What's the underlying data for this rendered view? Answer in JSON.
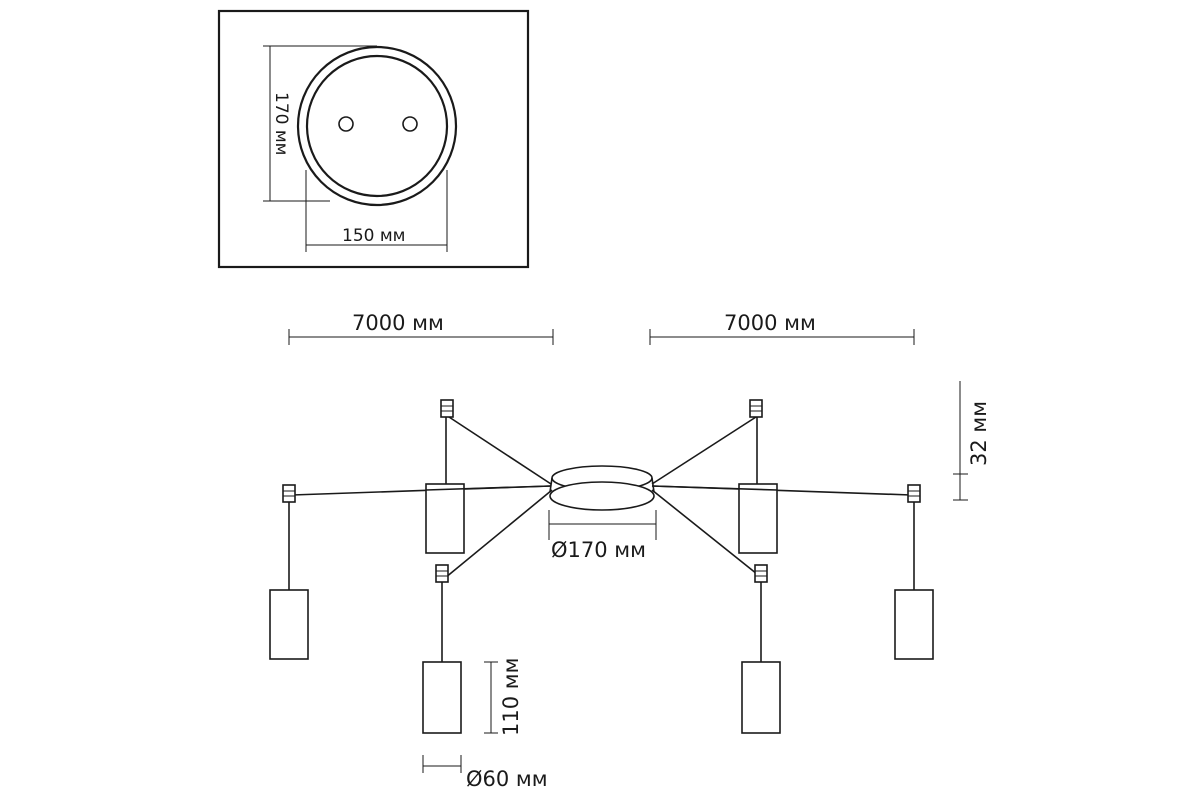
{
  "top_view": {
    "dim_height": "170 мм",
    "dim_width": "150 мм"
  },
  "front_view": {
    "dim_span_left": "7000 мм",
    "dim_span_right": "7000 мм",
    "dim_canopy_diameter": "Ø170 мм",
    "dim_cap_height": "32 мм",
    "dim_shade_height": "110 мм",
    "dim_shade_diameter": "Ø60 мм"
  }
}
